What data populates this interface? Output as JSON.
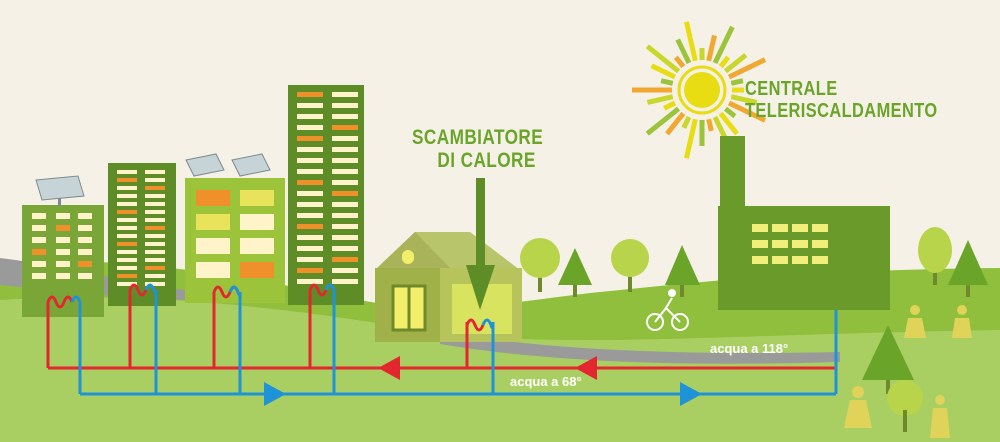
{
  "labels": {
    "plant_line1": "CENTRALE",
    "plant_line2": "TELERISCALDAMENTO",
    "exchanger_line1": "SCAMBIATORE",
    "exchanger_line2": "DI CALORE",
    "hot_water": "acqua a 118°",
    "cold_water": "acqua a 68°"
  },
  "colors": {
    "hot_pipe": "#e3262f",
    "cold_pipe": "#1f93d8",
    "label_green": "#6aa52a",
    "sun": "#e8dc12"
  },
  "icons": [
    "sun-icon",
    "solar-panel-icon",
    "factory-icon",
    "house-icon",
    "tree-icon",
    "cyclist-icon",
    "person-icon",
    "arrow-icon"
  ]
}
